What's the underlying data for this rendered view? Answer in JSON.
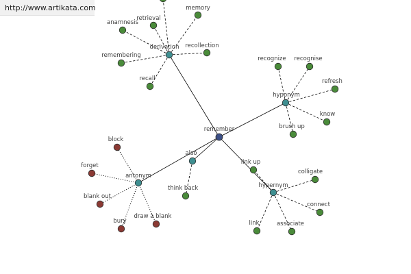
{
  "site": {
    "url": "http://www.artikata.com"
  },
  "colors": {
    "root": "#3c4f86",
    "group": "#3f8f91",
    "related": "#4a8b3a",
    "antonym_word": "#8b3a34"
  },
  "graph": {
    "root": {
      "id": "remember",
      "label": "remember"
    },
    "groups": [
      {
        "id": "derivation",
        "label": "derivation",
        "words": [
          {
            "id": "d-retrieval",
            "label": "retrieval"
          },
          {
            "id": "d-memory",
            "label": "memory"
          },
          {
            "id": "d-anamnesis",
            "label": "anamnesis"
          },
          {
            "id": "d-recollection",
            "label": "recollection"
          },
          {
            "id": "d-remembering",
            "label": "remembering"
          },
          {
            "id": "d-recall",
            "label": "recall"
          },
          {
            "id": "d-offscreen",
            "label": ""
          }
        ]
      },
      {
        "id": "hyponym",
        "label": "hyponym",
        "words": [
          {
            "id": "h-recognize",
            "label": "recognize"
          },
          {
            "id": "h-recognise",
            "label": "recognise"
          },
          {
            "id": "h-refresh",
            "label": "refresh"
          },
          {
            "id": "h-know",
            "label": "know"
          },
          {
            "id": "h-brush-up",
            "label": "brush up"
          }
        ]
      },
      {
        "id": "also",
        "label": "also",
        "words": [
          {
            "id": "a-think-back",
            "label": "think back"
          }
        ]
      },
      {
        "id": "hypernym",
        "label": "hypernym",
        "words": [
          {
            "id": "p-link-up",
            "label": "link up"
          },
          {
            "id": "p-colligate",
            "label": "colligate"
          },
          {
            "id": "p-connect",
            "label": "connect"
          },
          {
            "id": "p-link",
            "label": "link"
          },
          {
            "id": "p-associate",
            "label": "associate"
          }
        ]
      },
      {
        "id": "antonym",
        "label": "antonym",
        "words": [
          {
            "id": "n-block",
            "label": "block"
          },
          {
            "id": "n-forget",
            "label": "forget"
          },
          {
            "id": "n-blank-out",
            "label": "blank out"
          },
          {
            "id": "n-bury",
            "label": "bury"
          },
          {
            "id": "n-draw-a-blank",
            "label": "draw a blank"
          }
        ]
      }
    ]
  }
}
